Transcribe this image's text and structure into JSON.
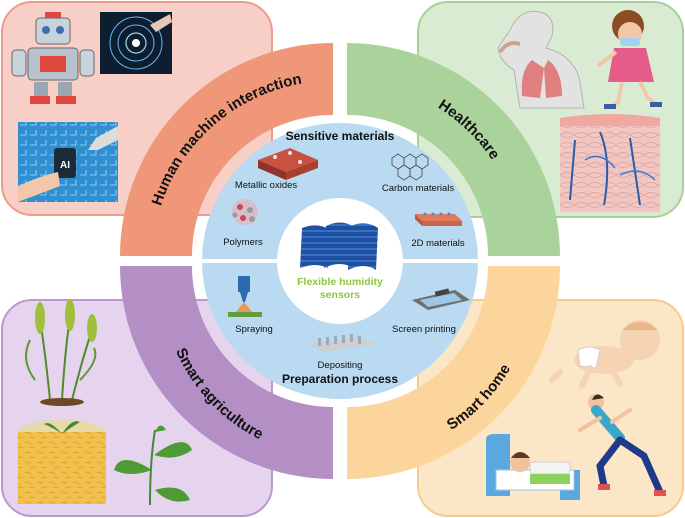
{
  "ring": {
    "top_left": "Human machine interaction",
    "top_right": "Healthcare",
    "bottom_left": "Smart agriculture",
    "bottom_right": "Smart home"
  },
  "inner": {
    "top_heading": "Sensitive materials",
    "bottom_heading": "Preparation process",
    "materials": {
      "metallic_oxides": "Metallic oxides",
      "carbon_materials": "Carbon materials",
      "polymers": "Polymers",
      "two_d_materials": "2D materials"
    },
    "processes": {
      "spraying": "Spraying",
      "screen_printing": "Screen printing",
      "depositing": "Depositing"
    }
  },
  "center": {
    "line1": "Flexible humidity",
    "line2": "sensors"
  },
  "colors": {
    "human_machine": "#f0977a",
    "healthcare": "#a9d39b",
    "agriculture": "#b48fc6",
    "smart_home": "#fbd59c",
    "inner_blue": "#b9daf0",
    "center_green": "#8cc63f"
  }
}
